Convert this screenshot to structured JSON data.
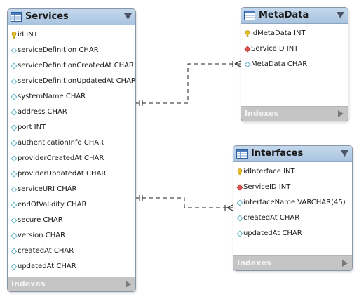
{
  "diagram": {
    "entities": {
      "services": {
        "name": "Services",
        "columns": [
          {
            "label": "id INT",
            "icon": "primary-key-icon"
          },
          {
            "label": "serviceDefinition CHAR",
            "icon": "column-diamond-icon"
          },
          {
            "label": "serviceDefinitionCreatedAt CHAR",
            "icon": "column-diamond-icon"
          },
          {
            "label": "serviceDefinitionUpdatedAt CHAR",
            "icon": "column-diamond-icon"
          },
          {
            "label": "systemName CHAR",
            "icon": "column-diamond-icon"
          },
          {
            "label": "address CHAR",
            "icon": "column-diamond-icon"
          },
          {
            "label": "port INT",
            "icon": "column-diamond-icon"
          },
          {
            "label": "authenticationInfo CHAR",
            "icon": "column-diamond-icon"
          },
          {
            "label": "providerCreatedAt CHAR",
            "icon": "column-diamond-icon"
          },
          {
            "label": "providerUpdatedAt CHAR",
            "icon": "column-diamond-icon"
          },
          {
            "label": "serviceURI CHAR",
            "icon": "column-diamond-icon"
          },
          {
            "label": "endOfValidity CHAR",
            "icon": "column-diamond-icon"
          },
          {
            "label": "secure CHAR",
            "icon": "column-diamond-icon"
          },
          {
            "label": "version CHAR",
            "icon": "column-diamond-icon"
          },
          {
            "label": "createdAt CHAR",
            "icon": "column-diamond-icon"
          },
          {
            "label": "updatedAt CHAR",
            "icon": "column-diamond-icon"
          }
        ],
        "footer": "Indexes"
      },
      "metadata": {
        "name": "MetaData",
        "columns": [
          {
            "label": "idMetaData INT",
            "icon": "primary-key-icon"
          },
          {
            "label": "ServiceID INT",
            "icon": "foreign-key-icon"
          },
          {
            "label": "MetaData CHAR",
            "icon": "column-diamond-icon"
          }
        ],
        "footer": "Indexes"
      },
      "interfaces": {
        "name": "Interfaces",
        "columns": [
          {
            "label": "idInterface INT",
            "icon": "primary-key-icon"
          },
          {
            "label": "ServiceID INT",
            "icon": "foreign-key-icon"
          },
          {
            "label": "interfaceName VARCHAR(45)",
            "icon": "column-diamond-icon"
          },
          {
            "label": "createdAt CHAR",
            "icon": "column-diamond-icon"
          },
          {
            "label": "updatedAt CHAR",
            "icon": "column-diamond-icon"
          }
        ],
        "footer": "Indexes"
      }
    },
    "relationships": [
      {
        "from": "Services",
        "to": "MetaData",
        "from_cardinality": "one-and-only-one",
        "to_cardinality": "one-or-many",
        "identifying": false
      },
      {
        "from": "Services",
        "to": "Interfaces",
        "from_cardinality": "one-and-only-one",
        "to_cardinality": "one-or-many",
        "identifying": false
      }
    ],
    "colors": {
      "header": "#b3cbe4",
      "footer": "#c5c5c5",
      "border": "#8a96a8",
      "primary_key": "#e8c020",
      "foreign_key": "#d9534f",
      "column": "#7fc6d6",
      "connector": "#222222"
    }
  }
}
